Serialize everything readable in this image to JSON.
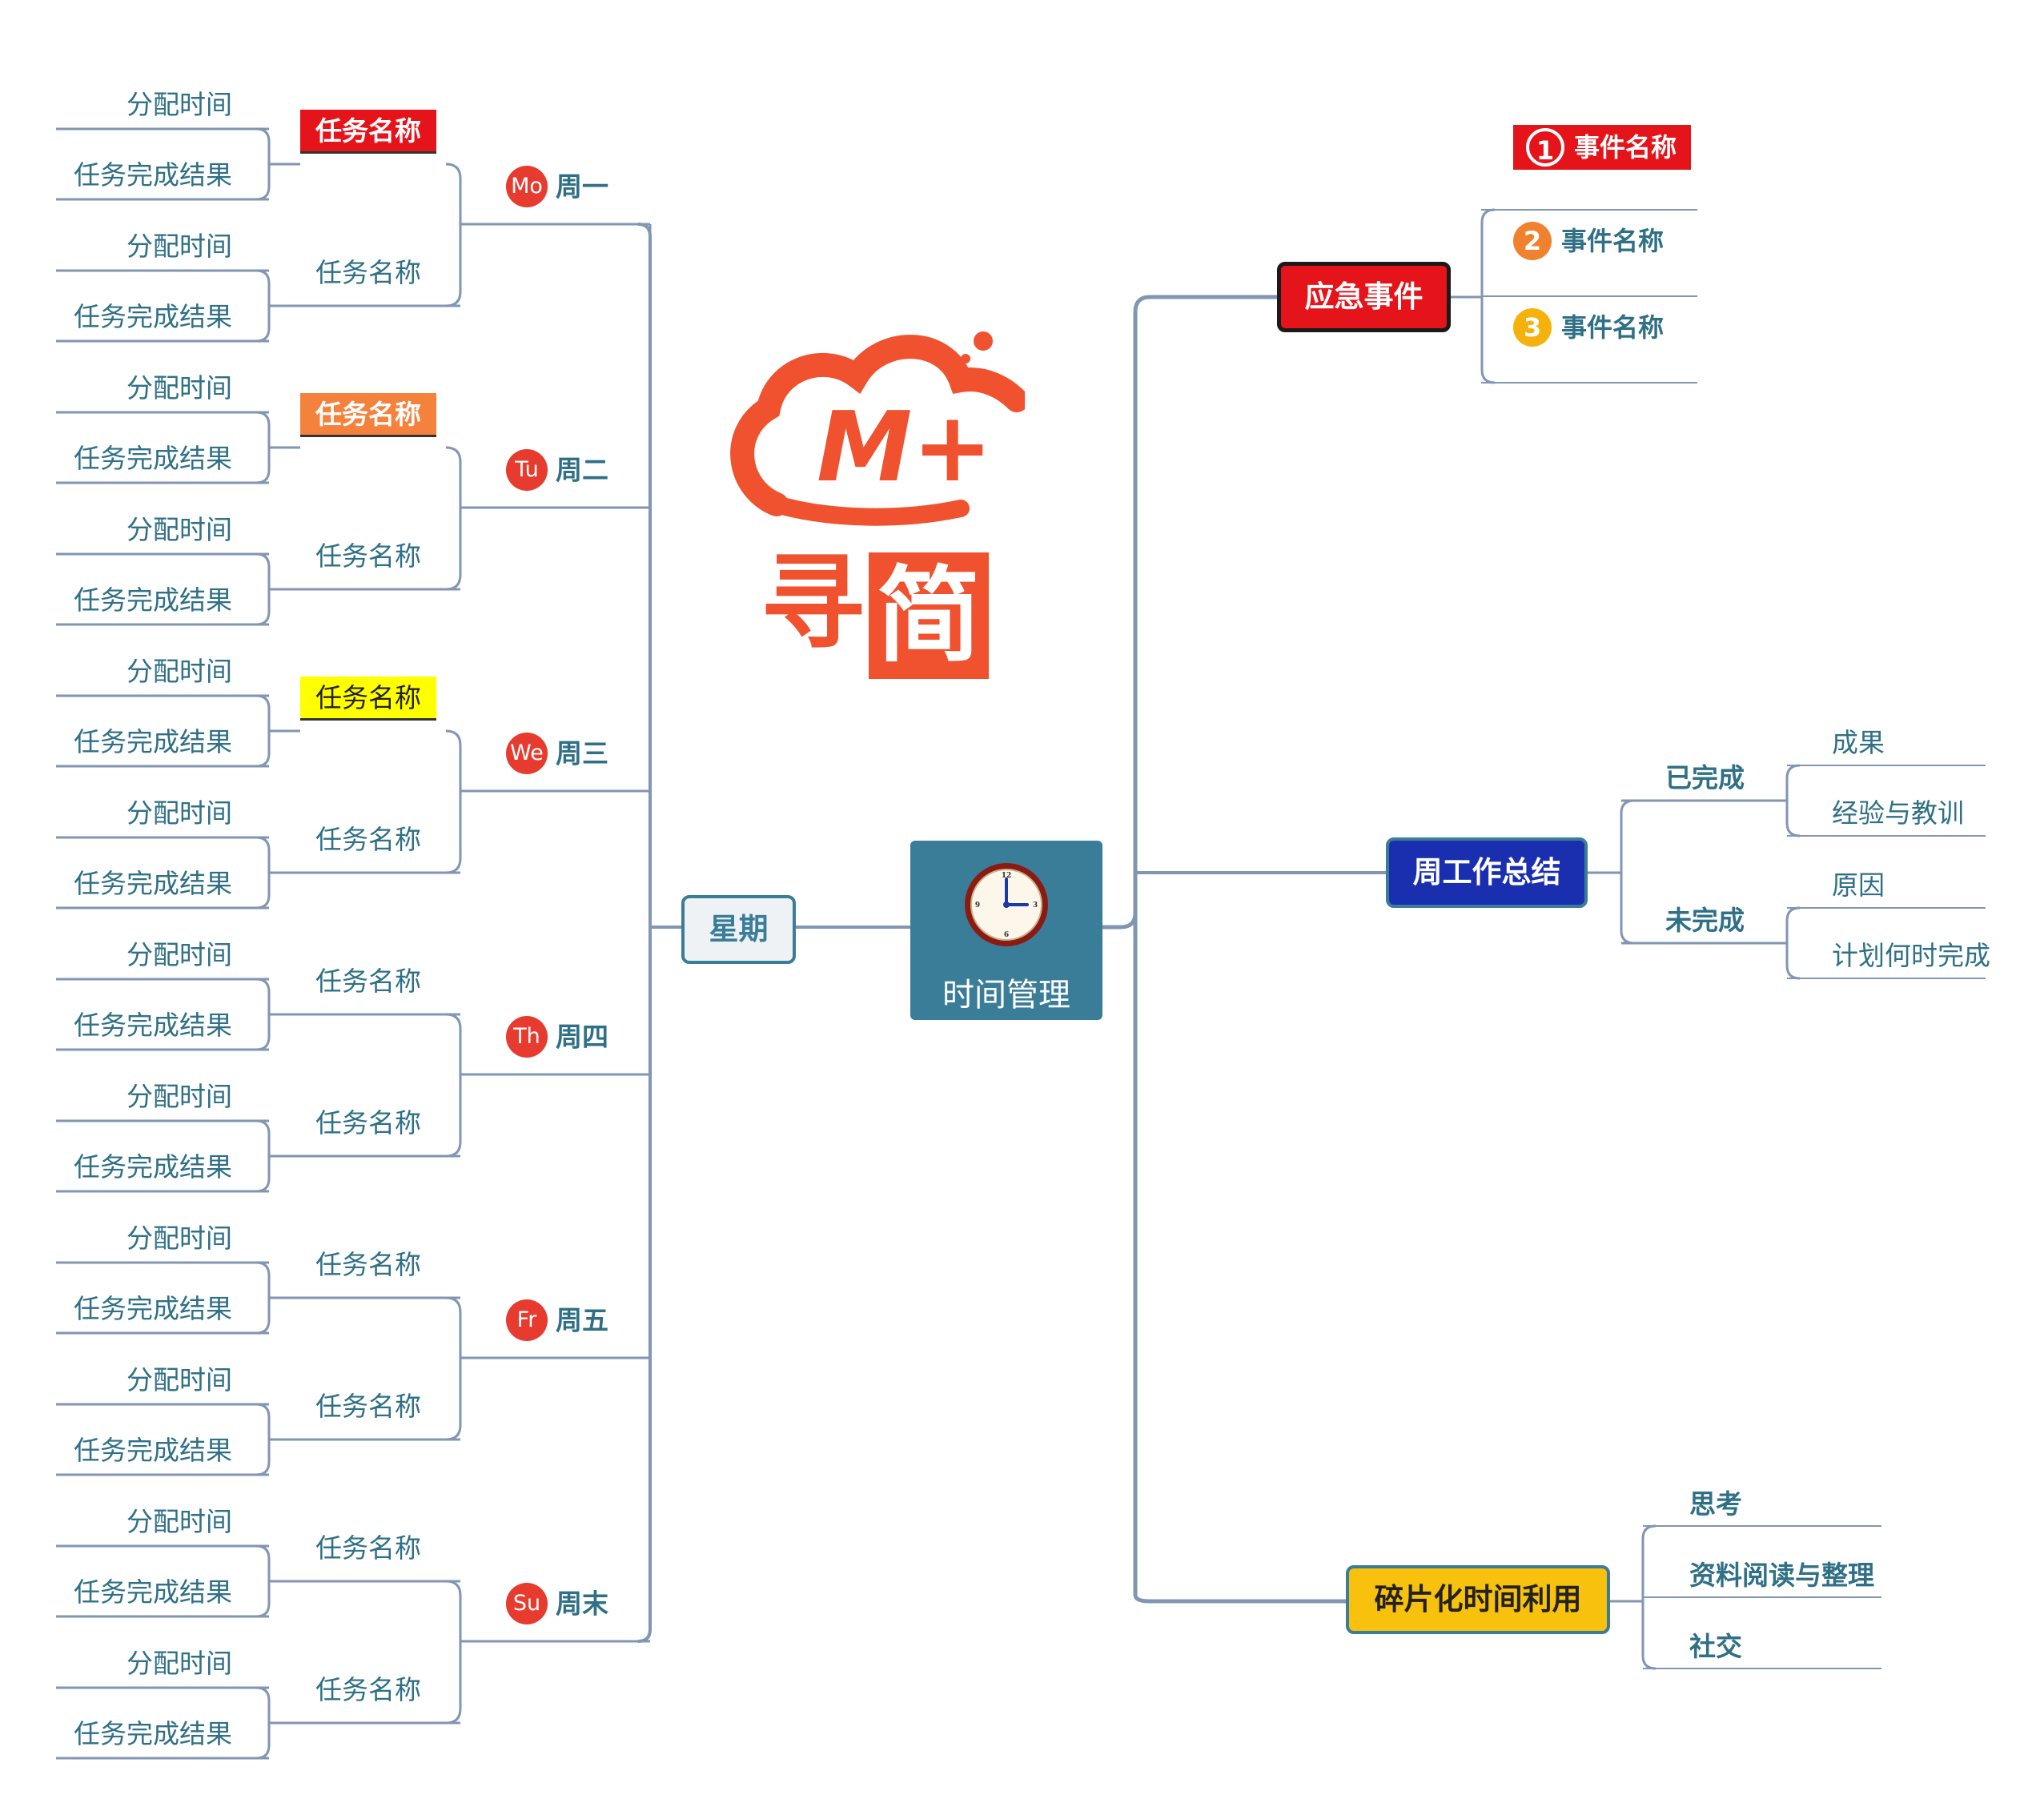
{
  "center": {
    "label": "时间管理",
    "icon": "alarm-clock-icon",
    "bg": "#3a7d98"
  },
  "logo": {
    "text_left": "寻",
    "text_right": "简",
    "mark": "M+",
    "color": "#f0522f"
  },
  "left": {
    "branch": "星期",
    "days": [
      {
        "badge": "Mo",
        "label": "周一",
        "tasks": [
          {
            "name": "任务名称",
            "highlight": "#e5141b",
            "leaves": [
              "分配时间",
              "任务完成结果"
            ]
          },
          {
            "name": "任务名称",
            "highlight": "",
            "leaves": [
              "分配时间",
              "任务完成结果"
            ]
          }
        ]
      },
      {
        "badge": "Tu",
        "label": "周二",
        "tasks": [
          {
            "name": "任务名称",
            "highlight": "#f5823c",
            "leaves": [
              "分配时间",
              "任务完成结果"
            ]
          },
          {
            "name": "任务名称",
            "highlight": "",
            "leaves": [
              "分配时间",
              "任务完成结果"
            ]
          }
        ]
      },
      {
        "badge": "We",
        "label": "周三",
        "tasks": [
          {
            "name": "任务名称",
            "highlight": "#ffff00",
            "leaves": [
              "分配时间",
              "任务完成结果"
            ]
          },
          {
            "name": "任务名称",
            "highlight": "",
            "leaves": [
              "分配时间",
              "任务完成结果"
            ]
          }
        ]
      },
      {
        "badge": "Th",
        "label": "周四",
        "tasks": [
          {
            "name": "任务名称",
            "highlight": "",
            "leaves": [
              "分配时间",
              "任务完成结果"
            ]
          },
          {
            "name": "任务名称",
            "highlight": "",
            "leaves": [
              "分配时间",
              "任务完成结果"
            ]
          }
        ]
      },
      {
        "badge": "Fr",
        "label": "周五",
        "tasks": [
          {
            "name": "任务名称",
            "highlight": "",
            "leaves": [
              "分配时间",
              "任务完成结果"
            ]
          },
          {
            "name": "任务名称",
            "highlight": "",
            "leaves": [
              "分配时间",
              "任务完成结果"
            ]
          }
        ]
      },
      {
        "badge": "Su",
        "label": "周末",
        "tasks": [
          {
            "name": "任务名称",
            "highlight": "",
            "leaves": [
              "分配时间",
              "任务完成结果"
            ]
          },
          {
            "name": "任务名称",
            "highlight": "",
            "leaves": [
              "分配时间",
              "任务完成结果"
            ]
          }
        ]
      }
    ]
  },
  "right": {
    "emergency": {
      "label": "应急事件",
      "bg": "#e5141b",
      "events": [
        {
          "num": "1",
          "label": "事件名称",
          "color": "#e5141b"
        },
        {
          "num": "2",
          "label": "事件名称",
          "color": "#f0822f"
        },
        {
          "num": "3",
          "label": "事件名称",
          "color": "#f5b20c"
        }
      ]
    },
    "summary": {
      "label": "周工作总结",
      "bg": "#1a2fb0",
      "groups": [
        {
          "label": "已完成",
          "items": [
            "成果",
            "经验与教训"
          ]
        },
        {
          "label": "未完成",
          "items": [
            "原因",
            "计划何时完成"
          ]
        }
      ]
    },
    "fragment": {
      "label": "碎片化时间利用",
      "bg": "#f7c10d",
      "items": [
        "思考",
        "资料阅读与整理",
        "社交"
      ]
    }
  }
}
